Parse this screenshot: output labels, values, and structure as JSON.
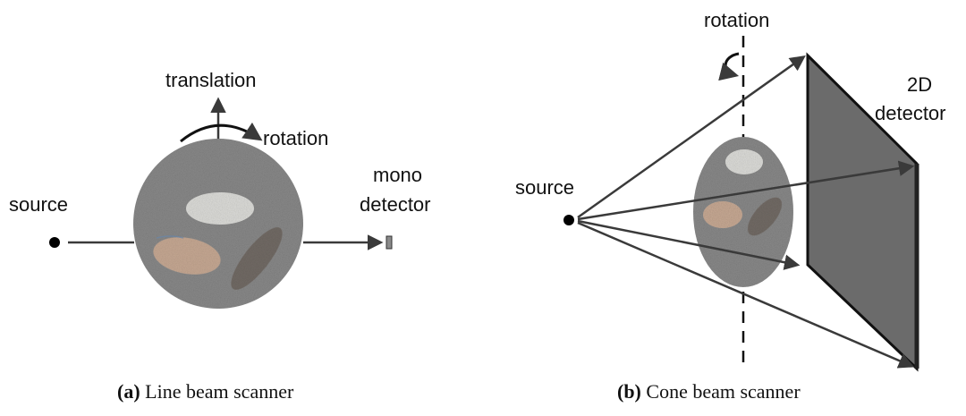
{
  "panel_a": {
    "labels": {
      "translation": "translation",
      "rotation": "rotation",
      "source": "source",
      "mono": "mono",
      "detector": "detector"
    },
    "caption": {
      "tag": "(a)",
      "text": " Line beam scanner"
    }
  },
  "panel_b": {
    "labels": {
      "rotation": "rotation",
      "source": "source",
      "detector_2d": "2D",
      "detector": "detector"
    },
    "caption": {
      "tag": "(b)",
      "text": " Cone beam scanner"
    }
  },
  "colors": {
    "arrow": "#3a3a3a",
    "phantom": "#8a8a8a",
    "detector_fill": "#6b6b6b",
    "bright_ellipse": "#e6e6e2",
    "orange_ellipse": "#d9b398",
    "dark_ellipse": "#6e655e"
  }
}
